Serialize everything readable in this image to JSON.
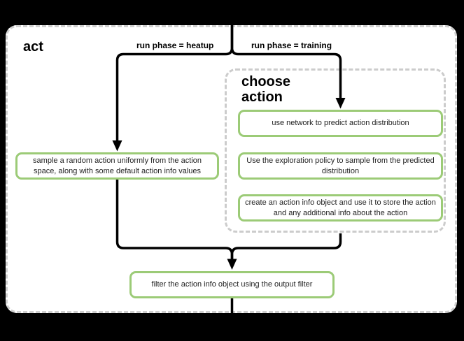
{
  "diagram": {
    "act": {
      "title": "act",
      "sample_box": "sample a random action uniformly from the action space, along with some default action info values",
      "filter_box": "filter the action info object using the output filter"
    },
    "branch_labels": {
      "heatup": "run phase = heatup",
      "training": "run phase = training"
    },
    "choose_action": {
      "title": "choose\naction",
      "steps": [
        "use network to predict action distribution",
        "Use the exploration policy to sample from the predicted distribution",
        "create an action info object and use it to store the action and any additional info about the action"
      ]
    }
  },
  "colors": {
    "background": "#000000",
    "panel_background": "#ffffff",
    "panel_dashed_border": "#cfcfcf",
    "group_dashed_border": "#cccccc",
    "node_border_green": "#9ccb77",
    "edge_black": "#000000",
    "text": "#222222"
  }
}
